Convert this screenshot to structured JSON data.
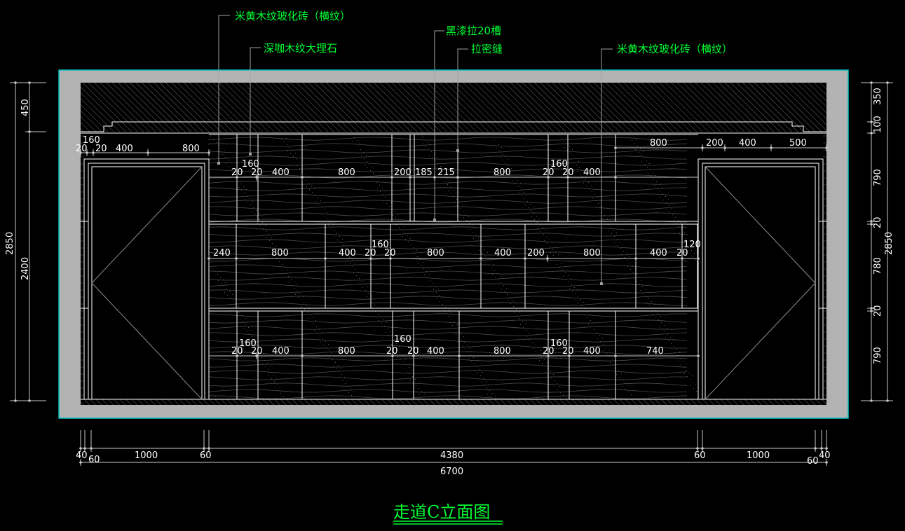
{
  "drawing": {
    "title": "走道C立面图",
    "colors": {
      "background": "#000000",
      "frame": "#b3b3b3",
      "frame_outline": "#00c0c0",
      "label": "#00ff33",
      "dimension": "#ffffff"
    }
  },
  "material_labels": [
    {
      "text": "米黄木纹玻化砖（横纹）"
    },
    {
      "text": "深咖木纹大理石"
    },
    {
      "text": "黑漆拉20槽"
    },
    {
      "text": "拉密缝"
    },
    {
      "text": "米黄木纹玻化砖（横纹）"
    }
  ],
  "dimensions": {
    "left_vertical": [
      "450",
      "2400",
      "2850"
    ],
    "right_vertical": [
      "350",
      "100",
      "790",
      "20",
      "780",
      "20",
      "790",
      "2850"
    ],
    "bottom_row1": [
      "40",
      "60",
      "1000",
      "60",
      "4380",
      "60",
      "1000",
      "60",
      "40"
    ],
    "bottom_total": "6700",
    "row_top_left": [
      "160",
      "20",
      "20",
      "400",
      "800"
    ],
    "row_top_right": [
      "800",
      "200",
      "400",
      "500"
    ],
    "row1": [
      "160",
      "20",
      "20",
      "400",
      "800",
      "200",
      "185",
      "215",
      "800",
      "160",
      "20",
      "20",
      "400"
    ],
    "row2": [
      "240",
      "800",
      "400",
      "160",
      "20",
      "20",
      "800",
      "400",
      "200",
      "800",
      "400",
      "120",
      "20"
    ],
    "row3": [
      "160",
      "20",
      "20",
      "400",
      "800",
      "160",
      "20",
      "20",
      "400",
      "800",
      "160",
      "20",
      "20",
      "400",
      "740"
    ]
  }
}
